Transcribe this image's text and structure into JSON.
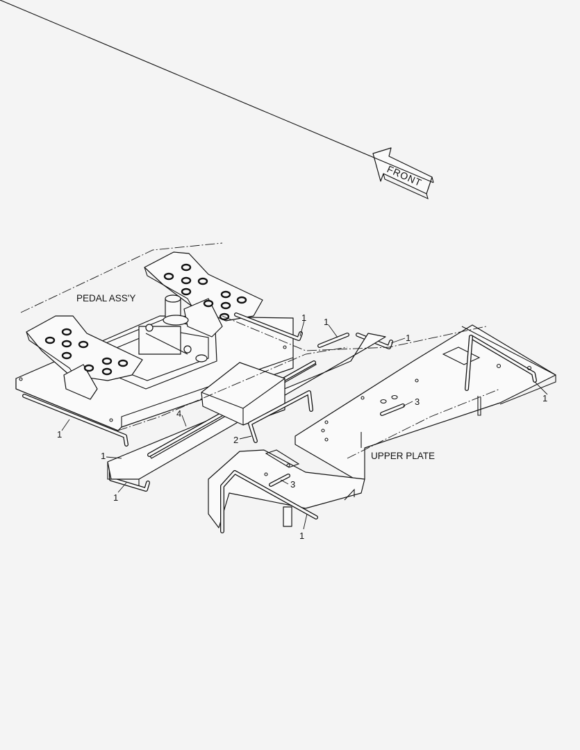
{
  "labels": {
    "front_arrow": "FRONT",
    "pedal_assy": "PEDAL ASS'Y",
    "upper_plate": "UPPER PLATE"
  },
  "callouts": {
    "c1_top_left": "1",
    "c1_top_mid": "1",
    "c1_right": "1",
    "c1_far_right": "1",
    "c1_left_rod": "1",
    "c1_front_left": "1",
    "c1_front_bottom": "1",
    "c1_bottom_plate": "1",
    "c2_handle": "2",
    "c3_upper": "3",
    "c3_lower": "3",
    "c4_strip": "4"
  }
}
